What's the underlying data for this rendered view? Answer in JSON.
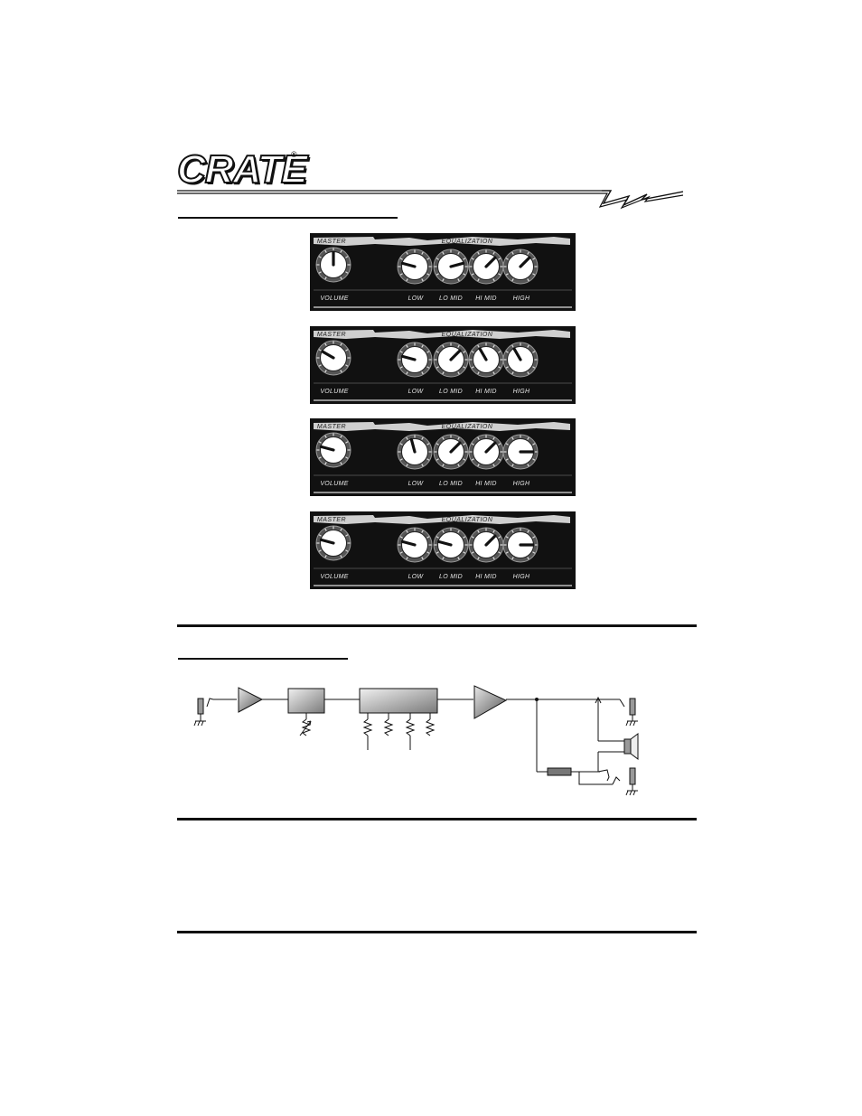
{
  "header": {
    "logo_text": "CRATE",
    "logo_mark": "®"
  },
  "panel_text": {
    "master": "MASTER",
    "equalization": "EQUALIZATION",
    "volume": "VOLUME",
    "low": "LOW",
    "lo_mid": "LO MID",
    "hi_mid": "HI MID",
    "high": "HIGH"
  },
  "settings": [
    {
      "volume": 5,
      "low": 2.5,
      "lo_mid": 7.5,
      "hi_mid": 6.5,
      "high": 6.5
    },
    {
      "volume": 3,
      "low": 2.5,
      "lo_mid": 6.5,
      "hi_mid": 4,
      "high": 4
    },
    {
      "volume": 2.5,
      "low": 4.5,
      "lo_mid": 6.5,
      "hi_mid": 6.5,
      "high": 8
    },
    {
      "volume": 2.5,
      "low": 2.5,
      "lo_mid": 2.5,
      "hi_mid": 6.5,
      "high": 8
    }
  ],
  "icons": {
    "knob": "knob-icon",
    "input_jack": "input-jack-icon",
    "output_jack": "output-jack-icon",
    "speaker": "speaker-icon",
    "amplifier": "amplifier-triangle-icon",
    "potentiometer": "potentiometer-icon",
    "ground": "ground-icon"
  },
  "colors": {
    "panel": "#111111",
    "panel_stripe": "#cfcfcf",
    "knob_face": "#ffffff",
    "ink": "#111111"
  }
}
